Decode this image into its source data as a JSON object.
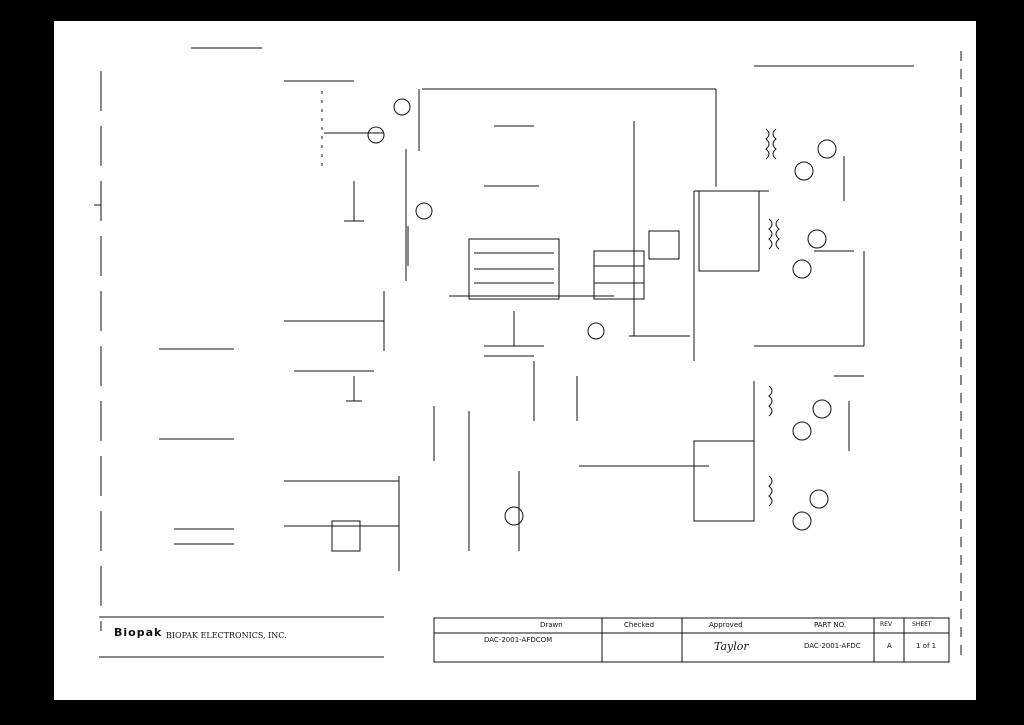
{
  "title_block": {
    "company": "BIOPAK ELECTRONICS, INC.",
    "logo": "Biopak",
    "hdr_drawn": "Drawn",
    "hdr_checked": "Checked",
    "hdr_approved": "Approved",
    "hdr_part_no": "PART NO.",
    "hdr_rev": "REV",
    "hdr_sheet": "SHEET",
    "drawing_no": "DAC-2001-AFDCOM",
    "approved_signature": "Taylor",
    "part_no": "DAC-2001-AFDC",
    "rev": "A",
    "sheet": "1 of 1"
  }
}
